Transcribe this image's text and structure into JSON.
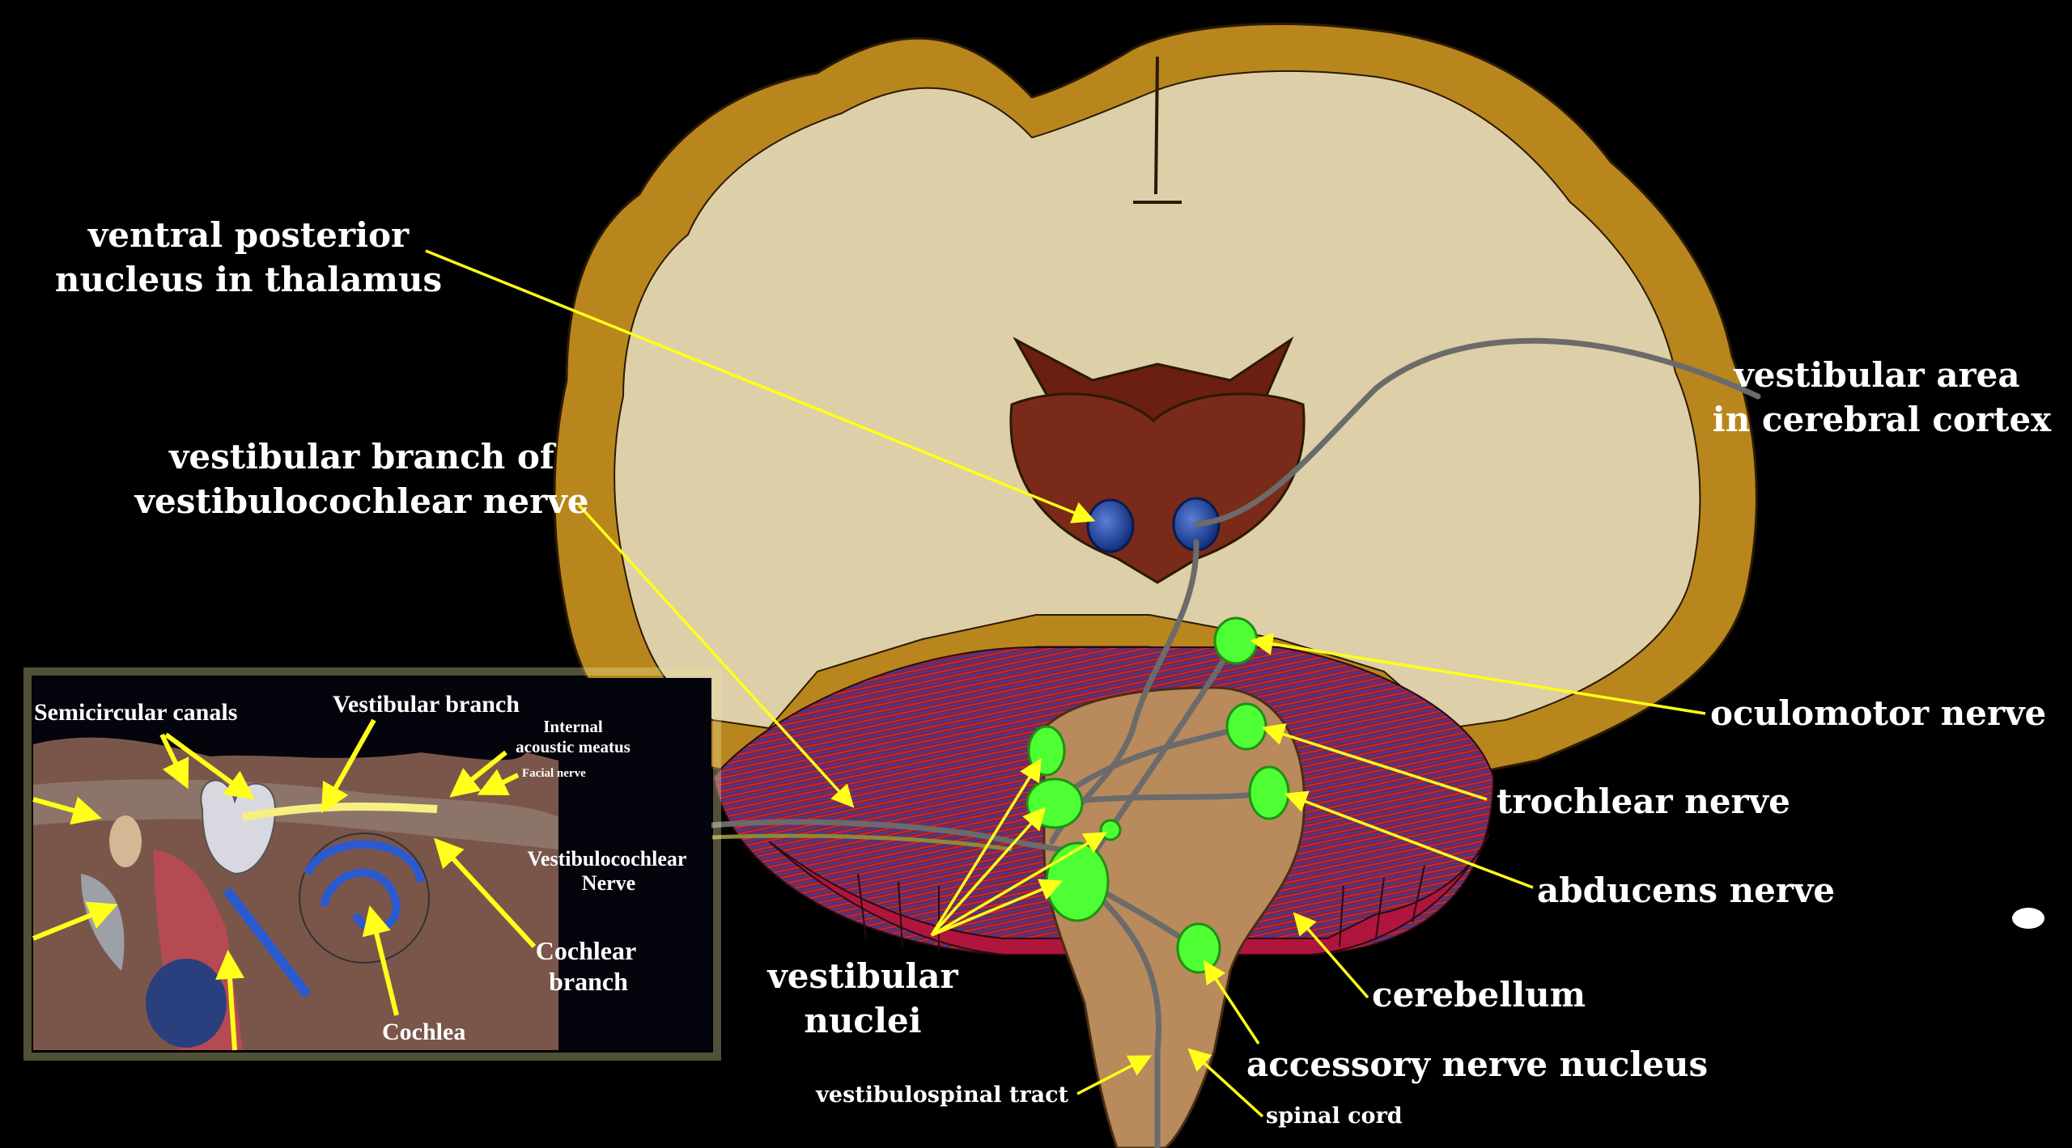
{
  "labels": {
    "vpn_line1": "ventral posterior",
    "vpn_line2": "nucleus in thalamus",
    "cortex_line1": "vestibular area",
    "cortex_line2": "in cerebral cortex",
    "branch_line1": "vestibular branch of",
    "branch_line2": "vestibulocochlear nerve",
    "oculomotor": "oculomotor nerve",
    "trochlear": "trochlear nerve",
    "abducens": "abducens nerve",
    "cerebellum": "cerebellum",
    "accessory": "accessory nerve nucleus",
    "spinal_cord": "spinal cord",
    "vestibulospinal": "vestibulospinal tract",
    "nuclei_line1": "vestibular",
    "nuclei_line2": "nuclei"
  },
  "inset": {
    "semicircular": "Semicircular canals",
    "vestibular_branch": "Vestibular branch",
    "iam_line1": "Internal",
    "iam_line2": "acoustic meatus",
    "facial": "Facial nerve",
    "vc_line1": "Vestibulocochlear",
    "vc_line2": "Nerve",
    "cochlear_line1": "Cochlear",
    "cochlear_line2": "branch",
    "cochlea": "Cochlea"
  },
  "colors": {
    "cortex": "#b8861c",
    "white_matter": "#ddcfa8",
    "thalamus": "#7a2a18",
    "nucleus_blue": "#1e3f9a",
    "nucleus_green": "#4dff33",
    "cerebellum": "#b0153e",
    "brainstem": "#b88a5c",
    "arrow": "#ffff1a"
  }
}
